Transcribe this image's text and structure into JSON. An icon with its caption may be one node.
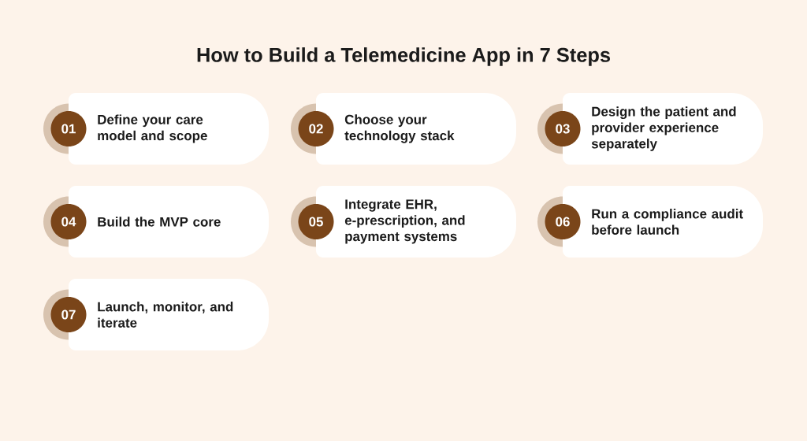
{
  "diagram": {
    "title": "How to Build a Telemedicine App in 7 Steps",
    "nodes": [
      {
        "text": [
          "01"
        ]
      },
      {
        "text": [
          "Define your care model and scope"
        ]
      },
      {
        "text": [
          "02"
        ]
      },
      {
        "text": [
          "Choose your technology stack"
        ]
      },
      {
        "text": [
          "03"
        ]
      },
      {
        "text": [
          "Design the patient and provider experience separately"
        ]
      },
      {
        "text": [
          "04"
        ]
      },
      {
        "text": [
          "Build the MVP core"
        ]
      },
      {
        "text": [
          "05"
        ]
      },
      {
        "text": [
          "Integrate EHR, e-prescription, and payment systems"
        ]
      },
      {
        "text": [
          "06"
        ]
      },
      {
        "text": [
          "Run a compliance audit before launch"
        ]
      },
      {
        "text": [
          "07"
        ]
      },
      {
        "text": [
          "Launch, monitor, and iterate"
        ]
      }
    ]
  }
}
